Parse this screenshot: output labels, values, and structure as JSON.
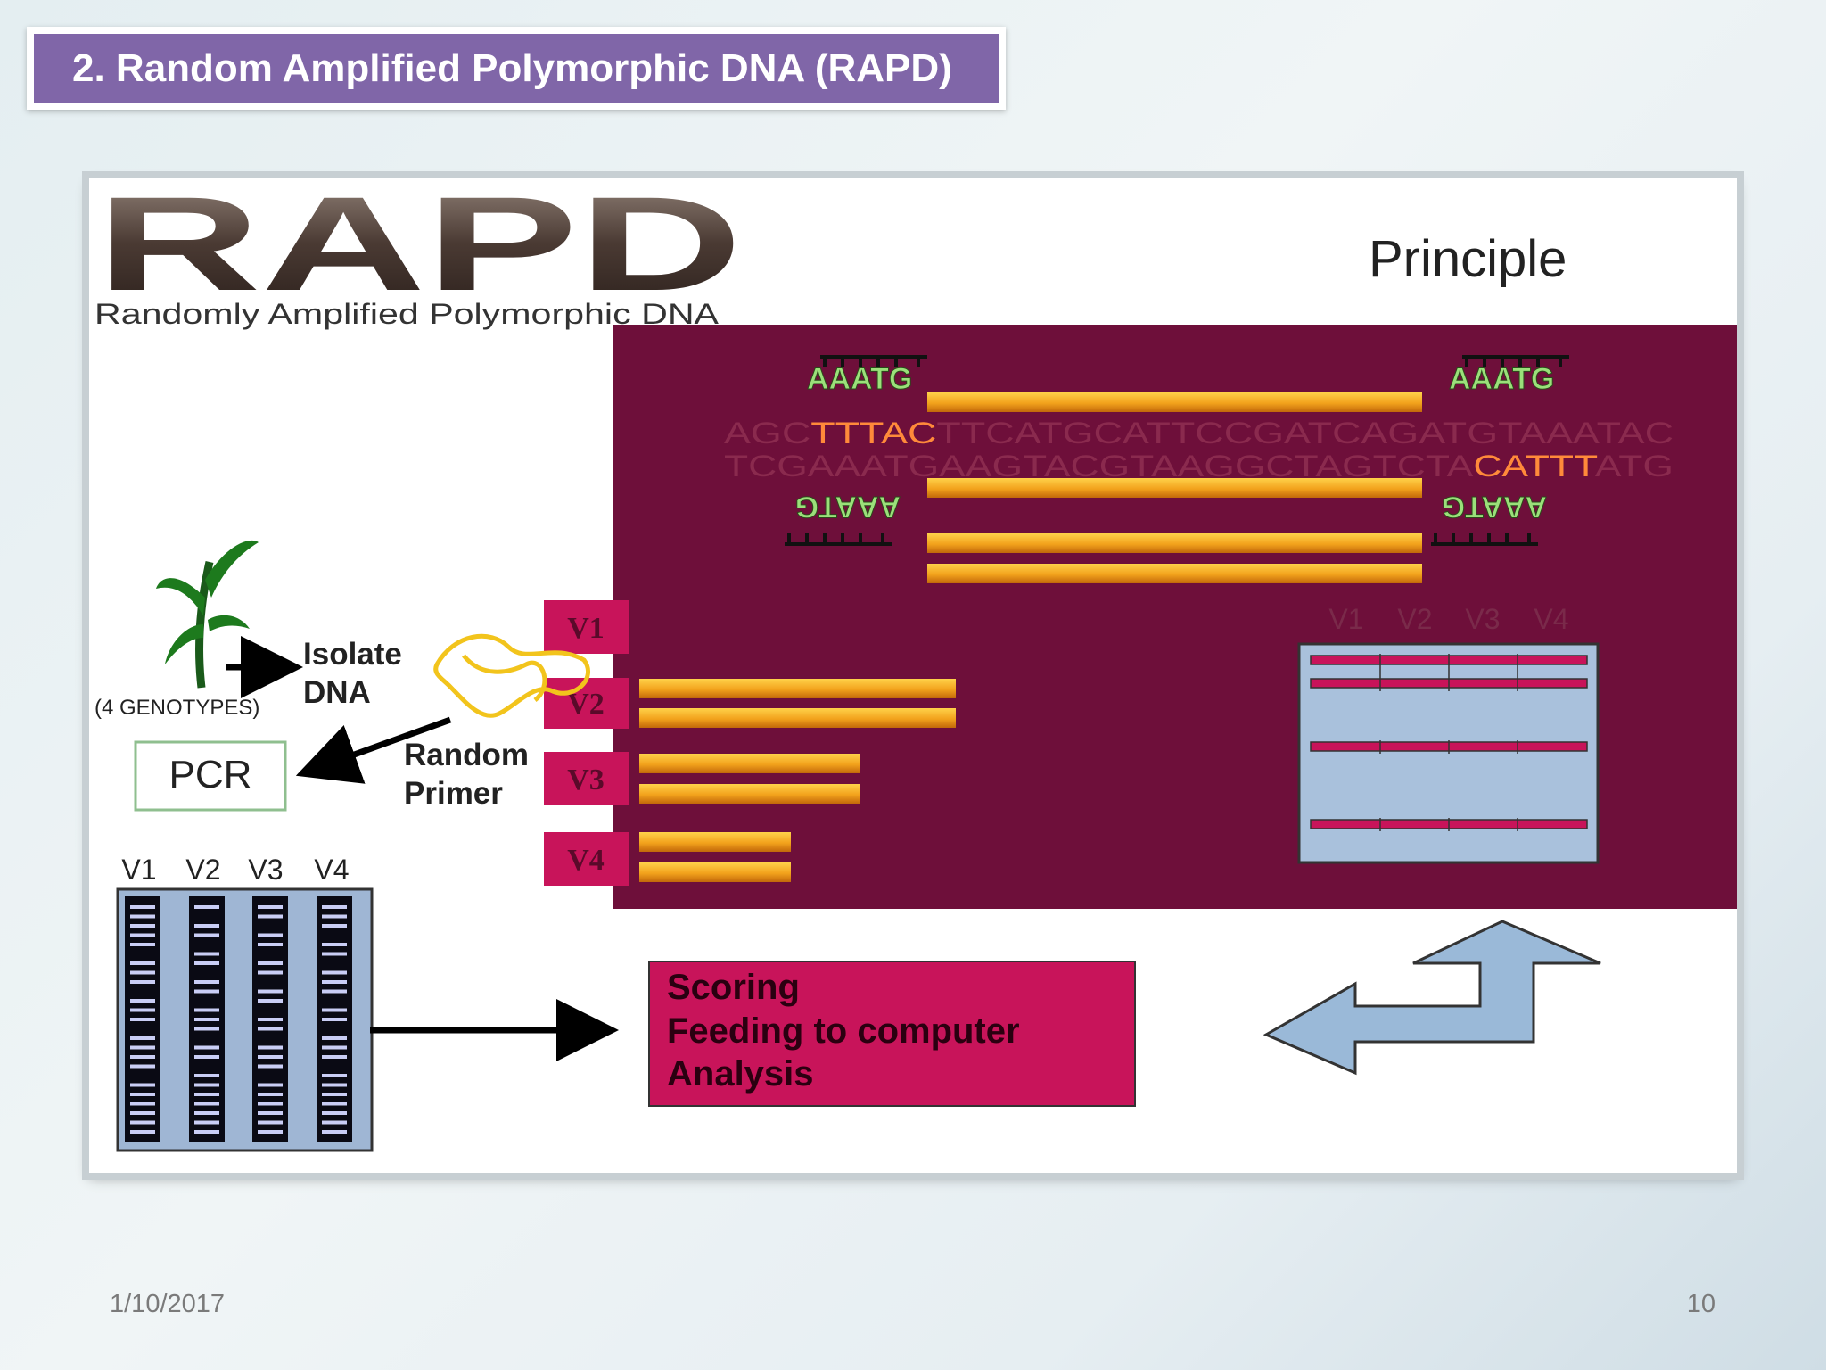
{
  "slide": {
    "title": "2. Random Amplified Polymorphic DNA (RAPD)",
    "date": "1/10/2017",
    "page_number": "10"
  },
  "figure": {
    "logo": "RAPD",
    "logo_subtitle": "Randomly Amplified Polymorphic DNA",
    "heading": "Principle",
    "plant_label": "(4 GENOTYPES)",
    "isolate_label_1": "Isolate",
    "isolate_label_2": "DNA",
    "pcr_label": "PCR",
    "primer_label_1": "Random",
    "primer_label_2": "Primer",
    "primer_seq": "AAATG",
    "dna_top": {
      "a": "AGC",
      "b": "TTTAC",
      "c": "TTCATGCATTCCGATCAGATGTAAATAC"
    },
    "dna_bottom": {
      "a": "TCGAAATGAAGTACGTAAGGCTAGTCTA",
      "b": "CATTT",
      "c": "ATG"
    },
    "variety_labels": [
      "V1",
      "V2",
      "V3",
      "V4"
    ],
    "scoring_lines": [
      "Scoring",
      "Feeding to computer",
      "Analysis"
    ]
  },
  "colors": {
    "title_bar": "#8066a8",
    "maroon_panel": "#6e0f3a",
    "magenta_box": "#c8145a",
    "orange_band": "#f2a21c",
    "primer_green": "#9be07a",
    "gel_blue": "#9fb6d4",
    "arrow_blue": "#9ab9d8"
  }
}
